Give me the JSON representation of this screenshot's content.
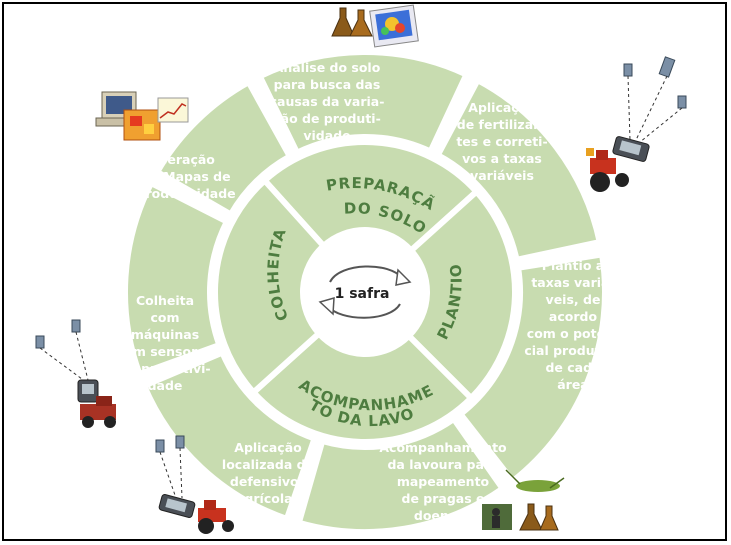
{
  "center_label": "1 safra",
  "phases": {
    "preparacao": "PREPARAÇÃO DO SOLO",
    "plantio": "PLANTIO",
    "acompanhamento_line1": "ACOMPANHAMEN-",
    "acompanhamento_line2": "TO DA LAVOURA",
    "colheita": "COLHEITA"
  },
  "steps": [
    {
      "lines": [
        "Análise do solo",
        "para busca das",
        "causas da varia-",
        "ção de produti-",
        "vidade"
      ]
    },
    {
      "lines": [
        "Aplicação",
        "de fertilizan-",
        "tes e correti-",
        "vos a taxas",
        "variáveis"
      ]
    },
    {
      "lines": [
        "Plantio a",
        "taxas variá-",
        "veis, de",
        "acordo",
        "com o poten-",
        "cial produtivo",
        "de cada",
        "área"
      ]
    },
    {
      "lines": [
        "Acompanhamento",
        "da lavoura para",
        "mapeamento",
        "de pragas e",
        "doenças"
      ]
    },
    {
      "lines": [
        "Aplicação",
        "localizada de",
        "defensivos",
        "agrícolas"
      ]
    },
    {
      "lines": [
        "Colheita",
        "com",
        "máquinas",
        "com sensores",
        "de produtivi-",
        "dade"
      ]
    },
    {
      "lines": [
        "Geração",
        "de Mapas de",
        "Produtividade"
      ]
    }
  ],
  "colors": {
    "segment_fill": "#c8dcb0",
    "segment_stroke": "#ffffff",
    "step_text": "#ffffff",
    "phase_text": "#4e7d40"
  },
  "icons": [
    "lab-flasks-icon",
    "soil-map-icon",
    "computer-icon",
    "yield-map-icon",
    "chart-icon",
    "satellite-icon",
    "gps-receiver-icon",
    "tractor-icon",
    "combine-harvester-icon",
    "grasshopper-icon",
    "farmer-icon"
  ]
}
